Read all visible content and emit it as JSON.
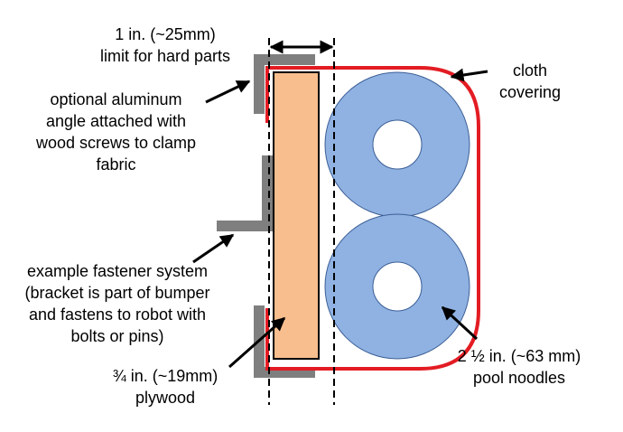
{
  "labels": {
    "limit": [
      "1 in. (~25mm)",
      "limit for hard parts"
    ],
    "angle": [
      "optional aluminum",
      "angle attached with",
      "wood screws to clamp",
      "fabric"
    ],
    "fastener": [
      "example fastener system",
      "(bracket is part of bumper",
      "and fastens to robot with",
      "bolts or pins)"
    ],
    "plywood": [
      "¾ in. (~19mm)",
      "plywood"
    ],
    "cloth": [
      "cloth",
      "covering"
    ],
    "noodles": [
      "2 ½ in. (~63 mm)",
      "pool noodles"
    ]
  },
  "colors": {
    "plywood_fill": "#F8BE8E",
    "noodle_fill": "#8FB2E2",
    "noodle_stroke": "#3C5F96",
    "cloth": "#E31C23",
    "bracket": "#7F7F7F",
    "line": "#000000"
  }
}
